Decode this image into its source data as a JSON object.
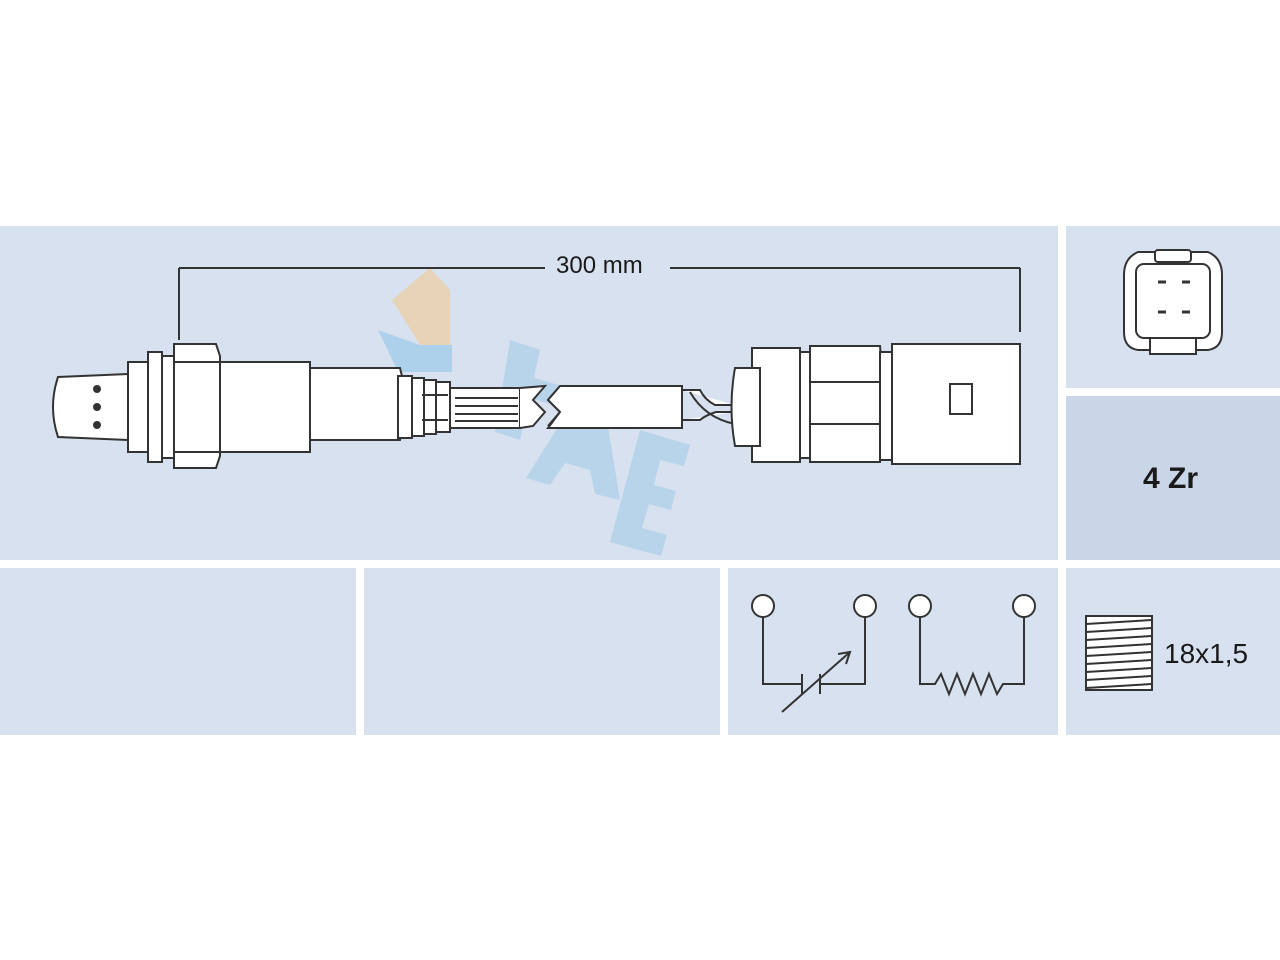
{
  "diagram": {
    "cable_length_label": "300 mm",
    "sensor_type_label": "4 Zr",
    "thread_label": "18x1,5",
    "watermark_text": "FAE",
    "colors": {
      "panel": "#d7e1ef",
      "panel_highlight": "#c9d6e8",
      "line": "#333333",
      "part_fill": "#ffffff",
      "watermark_blue": "#8ec5e8",
      "watermark_orange": "#f5c98a"
    },
    "icons": [
      "connector-face-icon",
      "variable-resistor-icon",
      "heater-resistor-icon",
      "thread-icon"
    ]
  }
}
